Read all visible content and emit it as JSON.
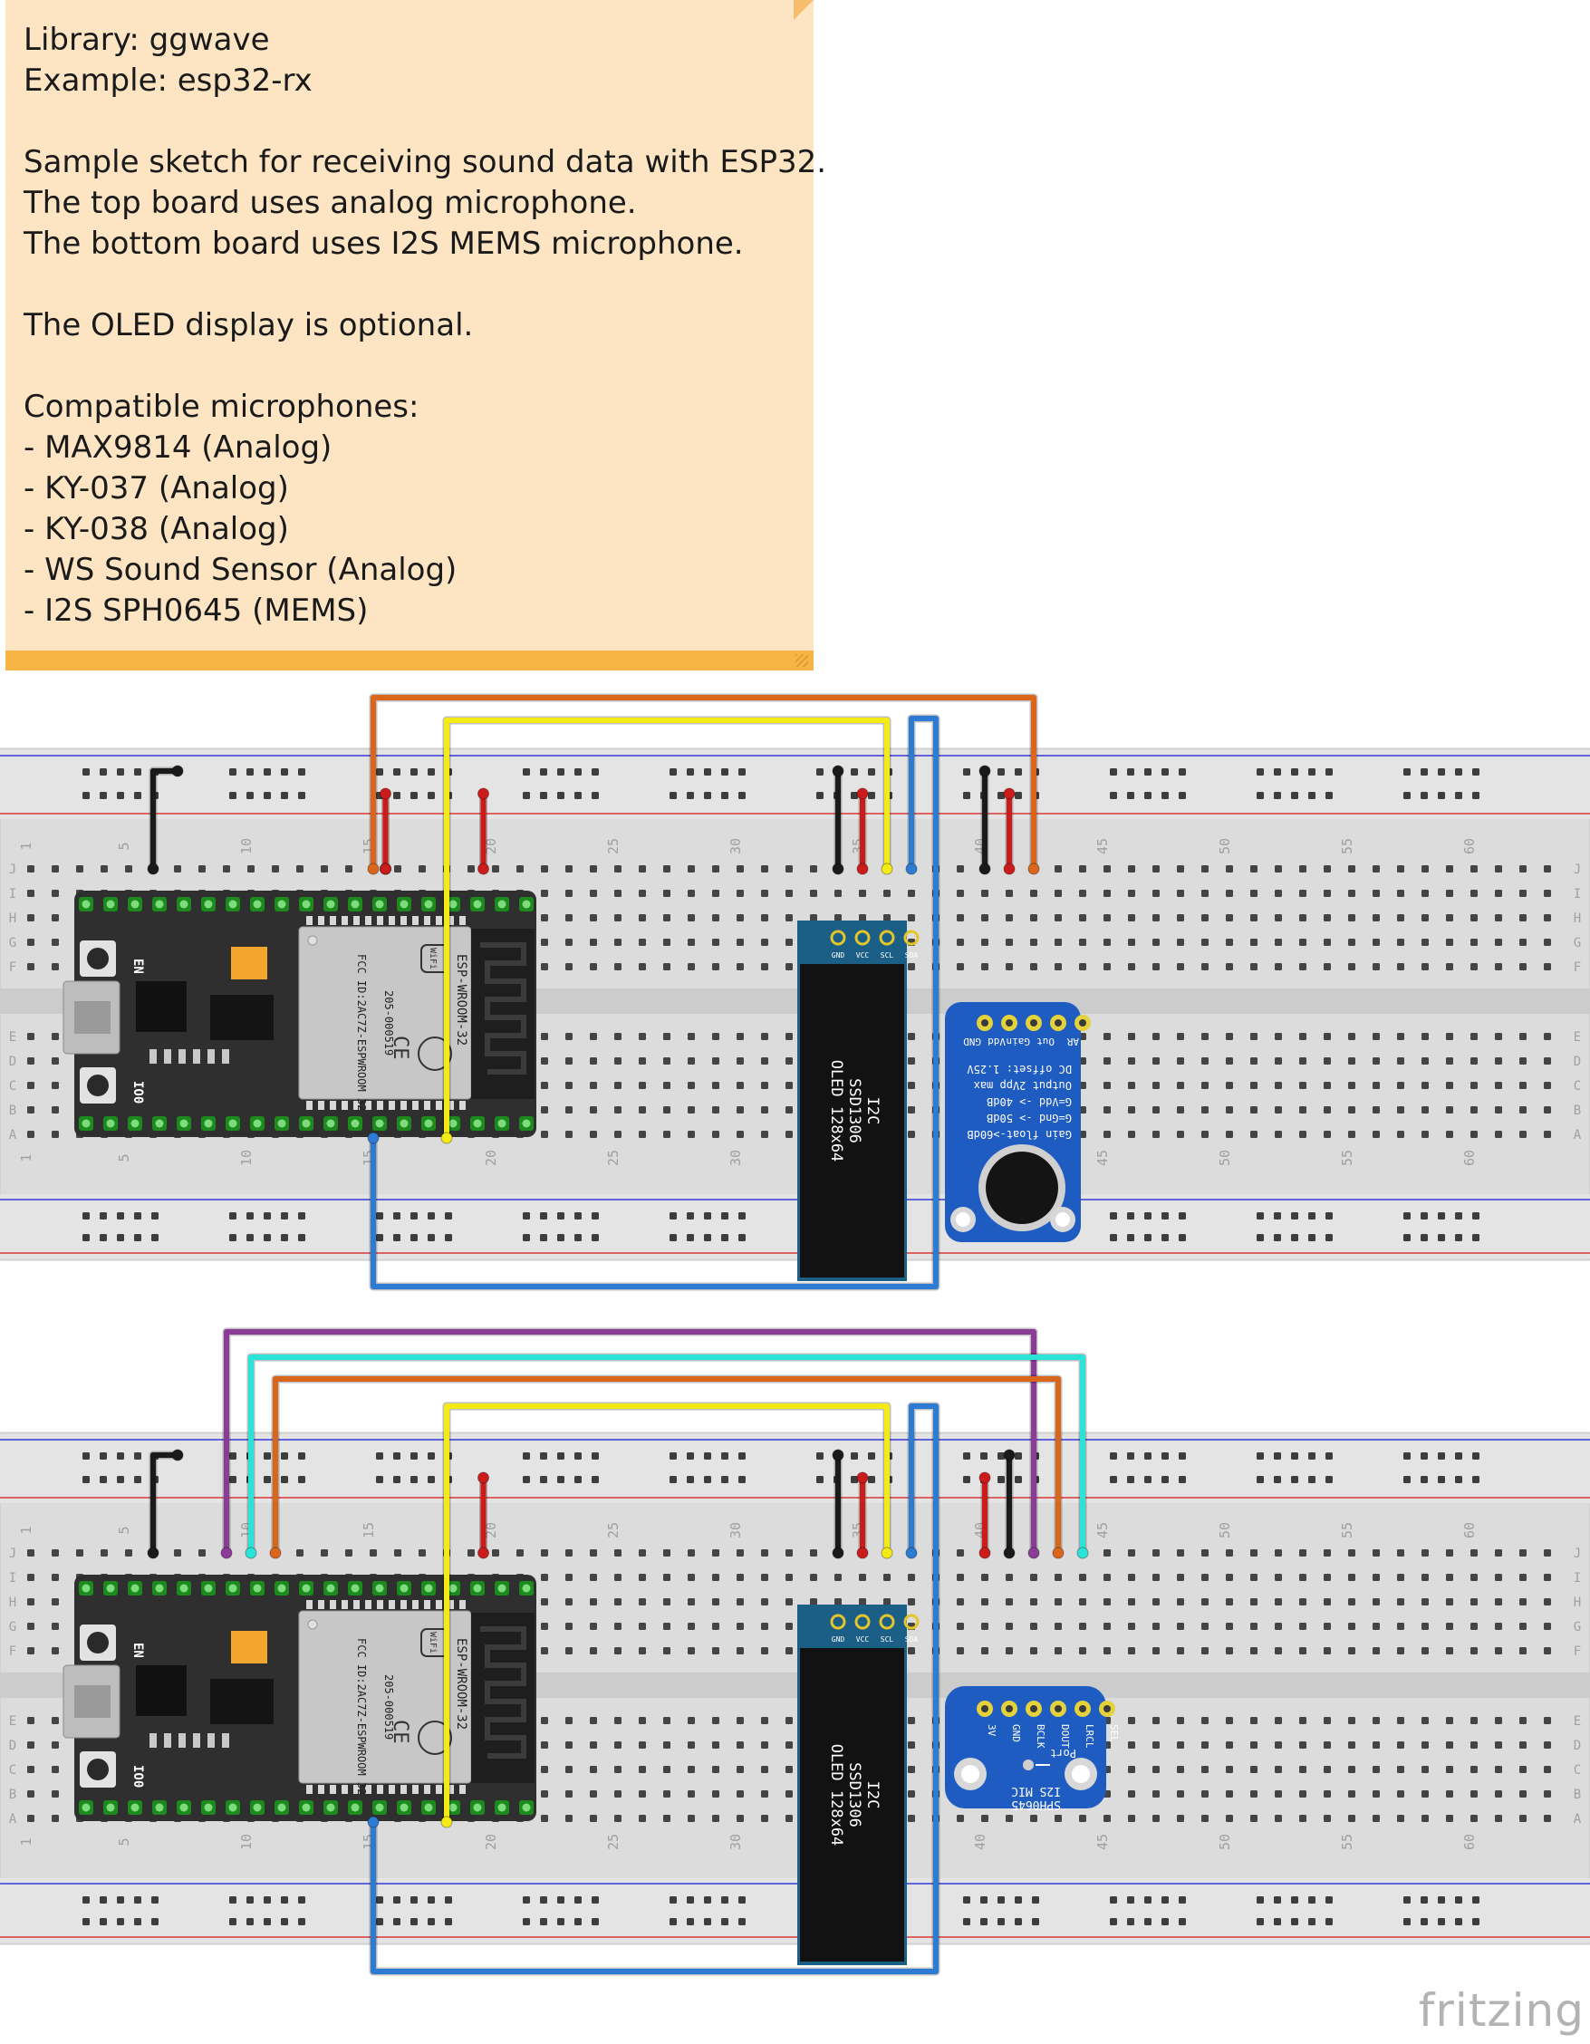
{
  "note": {
    "lines": [
      "Library: ggwave",
      "Example: esp32-rx",
      "",
      "Sample sketch for receiving sound data with ESP32.",
      "The top board uses analog microphone.",
      "The bottom board uses I2S MEMS microphone.",
      "",
      "The OLED display is optional.",
      "",
      "Compatible microphones:",
      "- MAX9814 (Analog)",
      "- KY-037 (Analog)",
      "- KY-038 (Analog)",
      "- WS Sound Sensor (Analog)",
      "- I2S SPH0645 (MEMS)"
    ]
  },
  "breadboard": {
    "column_numbers": [
      "1",
      "5",
      "10",
      "15",
      "20",
      "25",
      "30",
      "35",
      "40",
      "45",
      "50",
      "55",
      "60"
    ],
    "row_letters_top": [
      "J",
      "I",
      "H",
      "G",
      "F"
    ],
    "row_letters_bottom": [
      "E",
      "D",
      "C",
      "B",
      "A"
    ]
  },
  "esp32": {
    "module_name": "ESP-WROOM-32",
    "module_side_text": "FCC ID:2AC7Z-ESPWROOM 32",
    "cert_code": "205-000519",
    "en_label": "EN",
    "io0_label": "IO0",
    "wifi_badge": "WiFi"
  },
  "oled": {
    "pins": [
      "GND",
      "VCC",
      "SCL",
      "SDA"
    ],
    "title": "OLED 128x64",
    "chip": "SSD1306",
    "bus": "I2C"
  },
  "max9814": {
    "pins": [
      "GND",
      "Vdd",
      "Gain",
      "Out",
      "AR"
    ],
    "info_lines": [
      "DC offset: 1.25V",
      "Output 2Vpp max",
      "G=Vdd -> 40dB",
      "G=Gnd -> 50dB",
      "Gain float->60dB"
    ]
  },
  "sph0645": {
    "pins": [
      "3V",
      "GND",
      "BCLK",
      "DOUT",
      "LRCL",
      "SEL"
    ],
    "port_label": "Port",
    "name_line1": "I2S MIC",
    "name_line2": "SPH0645"
  },
  "wire_colors": {
    "black": "#1a1a1a",
    "red": "#cc1b1b",
    "orange": "#d9661a",
    "yellow": "#f4ea16",
    "blue": "#2d7bd3",
    "purple": "#8a3c96",
    "cyan": "#2be4d8"
  },
  "logo": "fritzing"
}
